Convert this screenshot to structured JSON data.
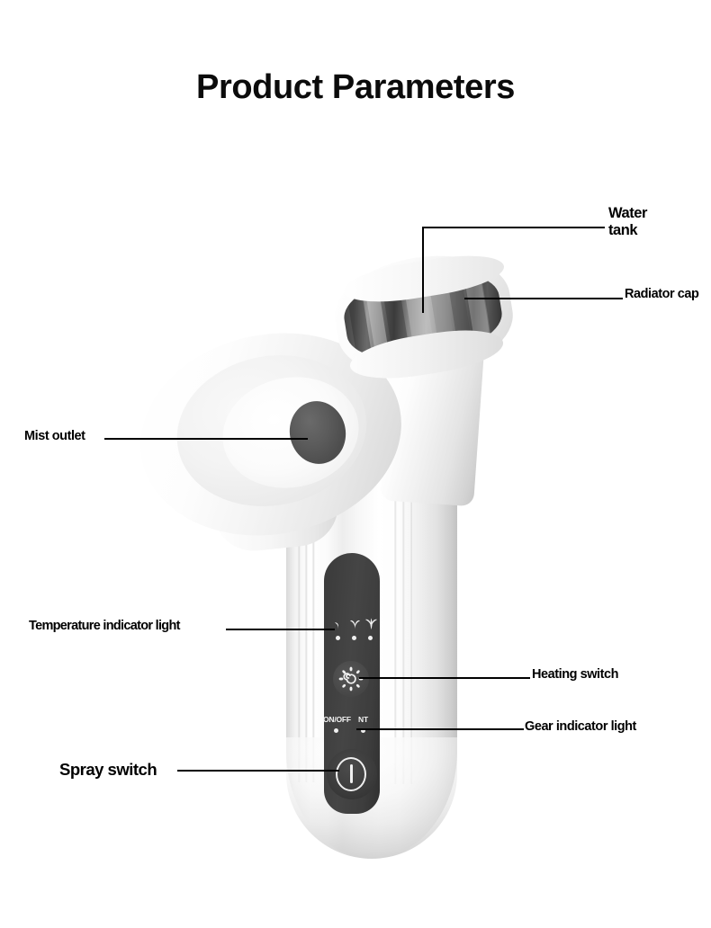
{
  "page": {
    "title": "Product Parameters",
    "background_color": "#ffffff",
    "text_color": "#000000"
  },
  "callouts": [
    {
      "id": "water-tank",
      "label": "Water\ntank",
      "side": "right"
    },
    {
      "id": "radiator-cap",
      "label": "Radiator cap",
      "side": "right"
    },
    {
      "id": "mist-outlet",
      "label": "Mist outlet",
      "side": "left"
    },
    {
      "id": "temperature-indicator-light",
      "label": "Temperature indicator light",
      "side": "left"
    },
    {
      "id": "heating-switch",
      "label": "Heating switch",
      "side": "right"
    },
    {
      "id": "gear-indicator-light",
      "label": "Gear indicator light",
      "side": "right"
    },
    {
      "id": "spray-switch",
      "label": "Spray switch",
      "side": "left"
    }
  ],
  "labels": {
    "water_tank": "Water\ntank",
    "radiator_cap": "Radiator cap",
    "mist_outlet": "Mist outlet",
    "temperature_indicator_light": "Temperature indicator light",
    "heating_switch": "Heating switch",
    "gear_indicator_light": "Gear indicator light",
    "spray_switch": "Spray switch"
  },
  "control_panel": {
    "temperature_levels": [
      {
        "level": 1,
        "icon": "sprout-icon-small"
      },
      {
        "level": 2,
        "icon": "sprout-icon-medium"
      },
      {
        "level": 3,
        "icon": "sprout-icon-large"
      }
    ],
    "heating_button_icon": "sun-icon",
    "gear_indicators": [
      {
        "text": "ON/OFF",
        "icon": "led-dot-icon"
      },
      {
        "text": "NT",
        "icon": "led-dot-icon"
      }
    ],
    "onoff_text": "ON/OFF",
    "nt_text": "NT",
    "power_button_icon": "power-icon",
    "panel_color": "#3d3d3d",
    "indicator_color": "#f0f0f0"
  },
  "device": {
    "name": "facial-steamer",
    "body_color": "#ffffff",
    "tank_glass_color": "#5a5a5a",
    "nozzle_color": "#585858"
  }
}
